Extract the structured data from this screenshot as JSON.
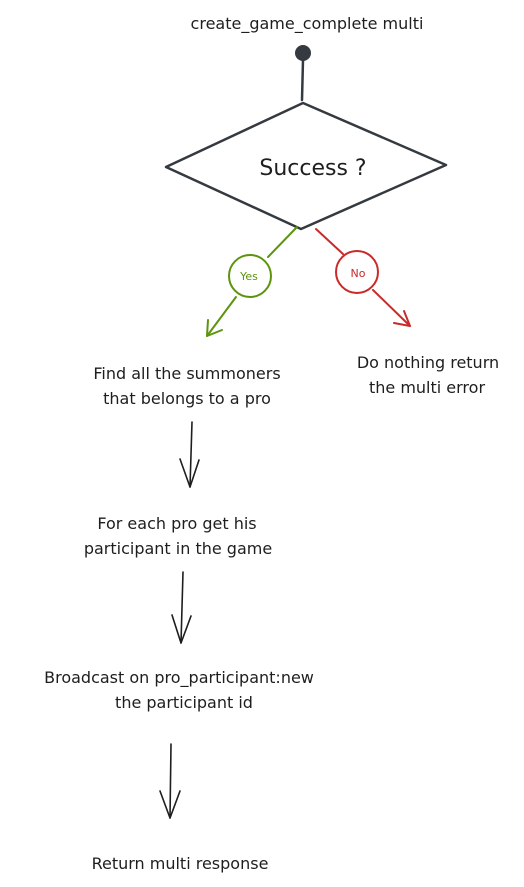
{
  "diagram": {
    "start_label": "create_game_complete multi",
    "decision_label": "Success ?",
    "yes_label": "Yes",
    "no_label": "No",
    "no_action": [
      "Do nothing return",
      "the multi error"
    ],
    "steps": [
      [
        "Find all the summoners",
        "that belongs to a pro"
      ],
      [
        "For each pro get his",
        "participant in the game"
      ],
      [
        "Broadcast on pro_participant:new",
        "the participant id"
      ],
      [
        "Return multi response"
      ]
    ],
    "colors": {
      "ink": "#1e1e1e",
      "decision_stroke": "#343a40",
      "yes": "#5c940d",
      "no": "#c92a2a"
    }
  }
}
